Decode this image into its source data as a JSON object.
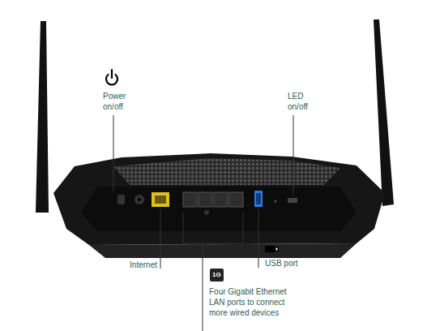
{
  "diagram": {
    "nodes": [
      {
        "text": [
          "1G"
        ]
      }
    ],
    "labels": [
      "Power on/off",
      "LED on/off",
      "Internet",
      "USB port",
      "Four Gigabit Ethernet LAN ports to connect more wired devices"
    ]
  }
}
